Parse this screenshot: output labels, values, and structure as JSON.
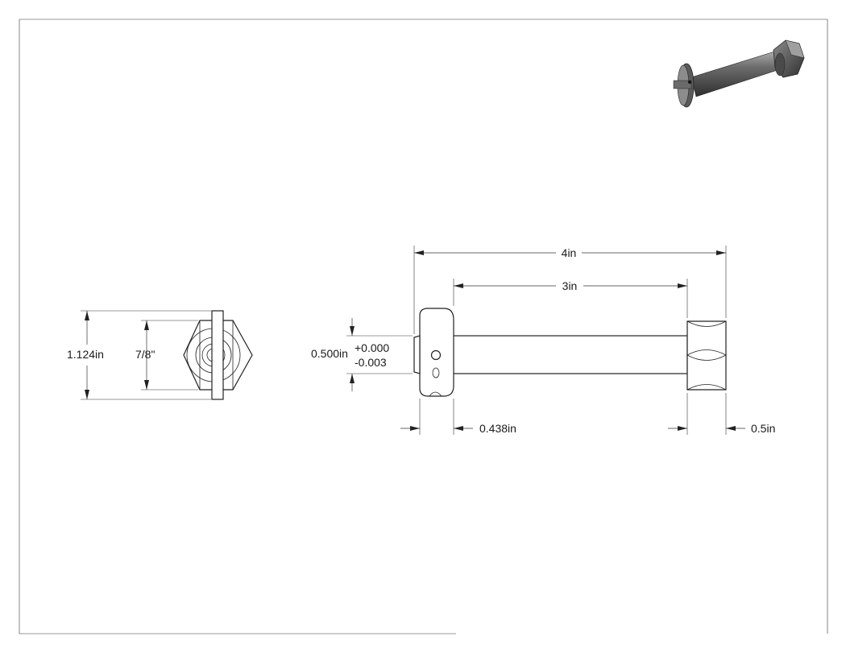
{
  "dimensions": {
    "overall_length": "4in",
    "shank_length": "3in",
    "height_overall": "1.124in",
    "hex_size": "7/8\"",
    "pin_diameter": "0.500in",
    "tolerance_plus": "+0.000",
    "tolerance_minus": "-0.003",
    "head_thickness": "0.438in",
    "nut_thickness": "0.5in"
  },
  "colors": {
    "line": "#222222",
    "background": "#ffffff",
    "render_shade_dark": "#3a3a3a",
    "render_shade_light": "#9a9a9a"
  }
}
